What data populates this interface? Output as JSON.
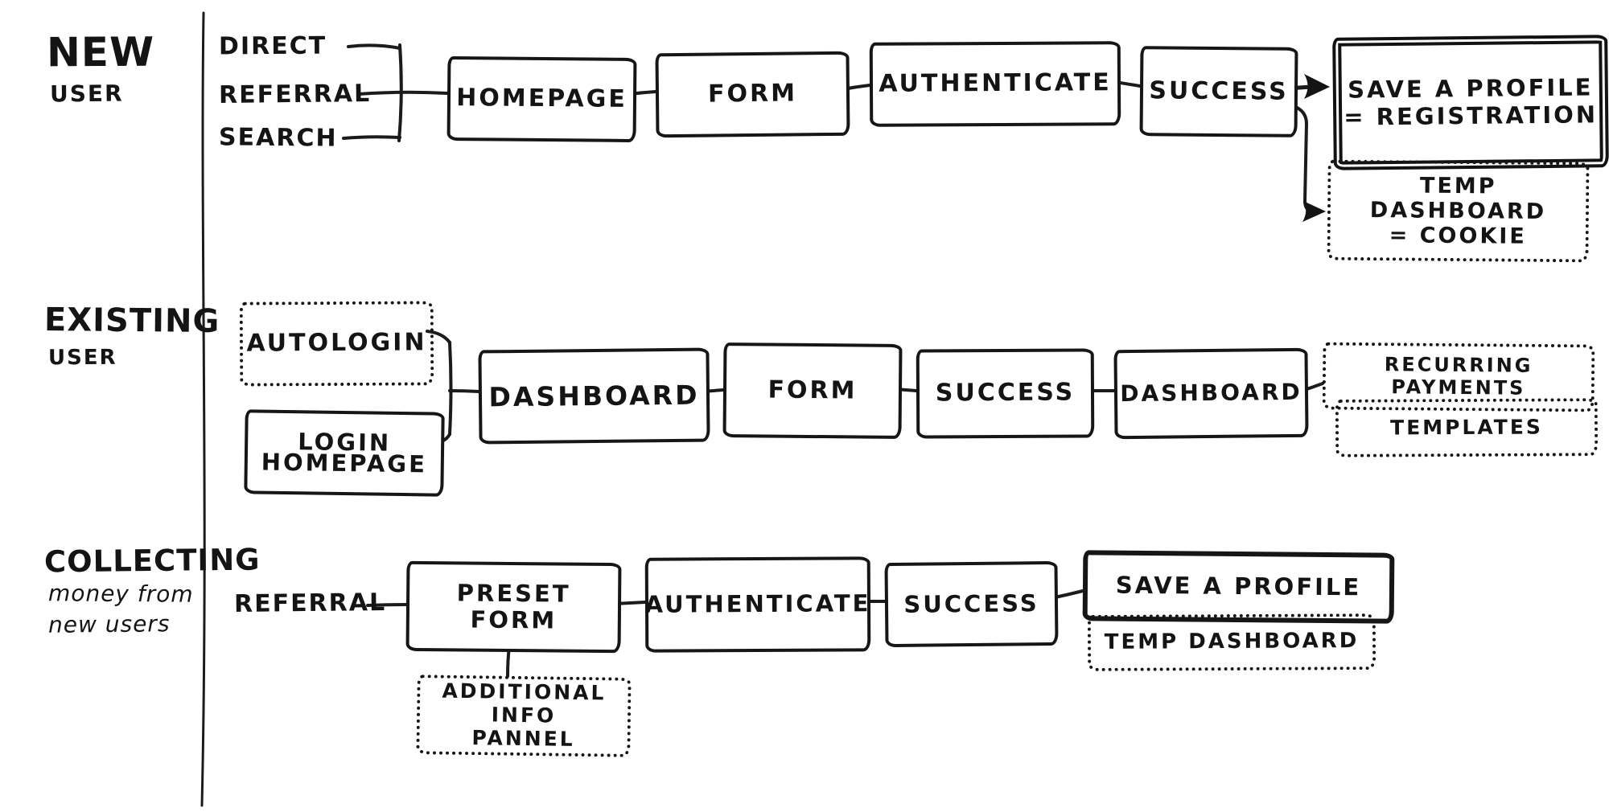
{
  "style": {
    "ink": "#161616",
    "paper": "#ffffff"
  },
  "rows": {
    "new": {
      "title": "NEW",
      "subtitle": "USER",
      "entries": {
        "direct": "DIRECT",
        "referral": "REFERRAL",
        "search": "SEARCH"
      },
      "nodes": {
        "homepage": "HOMEPAGE",
        "form": "FORM",
        "authenticate": "AUTHENTICATE",
        "success": "SUCCESS",
        "save_profile_line1": "SAVE A PROFILE",
        "save_profile_line2": "= REGISTRATION",
        "temp_dashboard_line1": "TEMP DASHBOARD",
        "temp_dashboard_line2": "= COOKIE"
      }
    },
    "existing": {
      "title": "EXISTING",
      "subtitle": "USER",
      "nodes": {
        "autologin": "AUTOLOGIN",
        "login_line1": "LOGIN",
        "login_line2": "HOMEPAGE",
        "dashboard1": "DASHBOARD",
        "form": "FORM",
        "success": "SUCCESS",
        "dashboard2": "DASHBOARD",
        "recurring": "RECURRING PAYMENTS",
        "templates": "TEMPLATES"
      }
    },
    "collecting": {
      "title": "COLLECTING",
      "subtitle1": "money from",
      "subtitle2": "new users",
      "entries": {
        "referral": "REFERRAL"
      },
      "nodes": {
        "preset_form": "PRESET FORM",
        "authenticate": "AUTHENTICATE",
        "success": "SUCCESS",
        "save_profile": "SAVE A PROFILE",
        "temp_dashboard": "TEMP DASHBOARD",
        "additional_line1": "ADDITIONAL INFO",
        "additional_line2": "PANNEL"
      }
    }
  }
}
